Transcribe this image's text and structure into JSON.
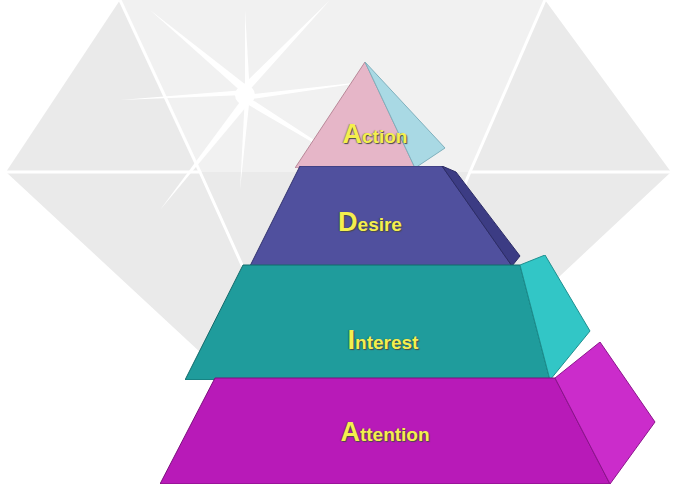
{
  "diagram": {
    "nodes": [
      {
        "text": [
          "Action"
        ]
      },
      {
        "text": [
          "Desire"
        ]
      },
      {
        "text": [
          "Interest"
        ]
      },
      {
        "text": [
          "Attention"
        ]
      }
    ]
  }
}
